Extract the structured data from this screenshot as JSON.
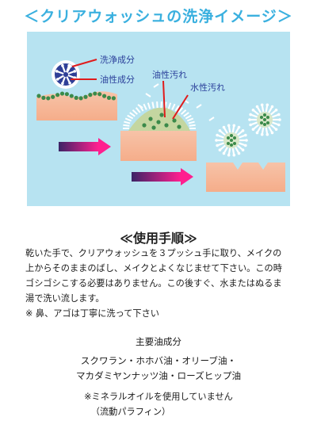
{
  "header": {
    "title": "＜クリアウォッシュの洗浄イメージ＞"
  },
  "diagram": {
    "labels": {
      "cleansing_component": "洗浄成分",
      "oil_component": "油性成分",
      "oil_stain": "油性汚れ",
      "water_stain": "水性汚れ"
    },
    "colors": {
      "background": "#b7e3f1",
      "skin": "#f5ad8a",
      "skin_top": "#f7c3a8",
      "arrow_start": "#3c2466",
      "arrow_end": "#ff1f8f",
      "oil_dot": "#3b8a4a",
      "label": "#2a3f9a",
      "pointer": "#e01c1c"
    }
  },
  "usage": {
    "title": "≪使用手順≫",
    "lines": [
      "乾いた手で、クリアウォッシュを３プッシュ手に取り、メイクの",
      "上からそのままのばし、メイクとよくなじませて下さい。この時",
      "ゴシゴシこする必要はありません。この後すぐ、水またはぬるま",
      "湯で洗い流します。",
      "※ 鼻、アゴは丁寧に洗って下さい"
    ]
  },
  "ingredients": {
    "title": "主要油成分",
    "lines": [
      "スクワラン・ホホバ油・オリーブ油・",
      "マカダミヤンナッツ油・ローズヒップ油"
    ]
  },
  "notes": {
    "line1": "※ミネラルオイルを使用していません",
    "line2": "（流動パラフィン）"
  }
}
